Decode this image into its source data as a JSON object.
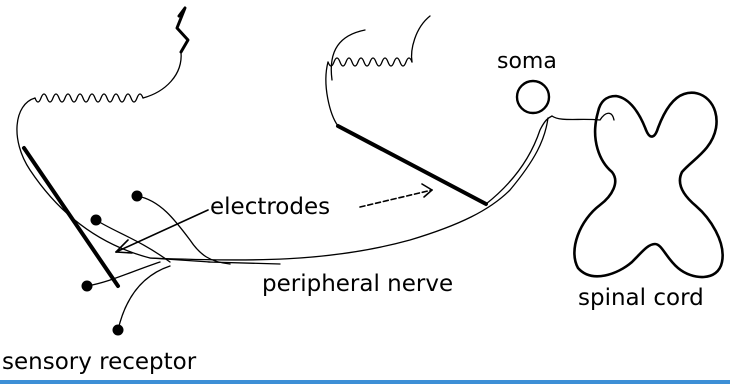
{
  "labels": {
    "soma": "soma",
    "electrodes": "electrodes",
    "peripheral_nerve": "peripheral nerve",
    "spinal_cord": "spinal cord",
    "sensory_receptor": "sensory receptor"
  },
  "colors": {
    "ink": "#000000",
    "background": "#ffffff",
    "bottom_bar": "#3d8fd6"
  }
}
